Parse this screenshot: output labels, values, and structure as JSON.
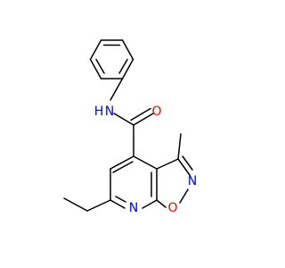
{
  "molecule": {
    "atoms": {
      "amide_n": {
        "label": "N",
        "color": "#0000ff"
      },
      "amide_h": {
        "label": "H",
        "color": "#0000ff"
      },
      "carbonyl_o": {
        "label": "O",
        "color": "#ff0000"
      },
      "ring_n_oxazole": {
        "label": "N",
        "color": "#0000ff"
      },
      "ring_o_oxazole": {
        "label": "O",
        "color": "#ff0000"
      },
      "ring_n_pyridine": {
        "label": "N",
        "color": "#0000ff"
      }
    },
    "bond_color": "#000000"
  }
}
